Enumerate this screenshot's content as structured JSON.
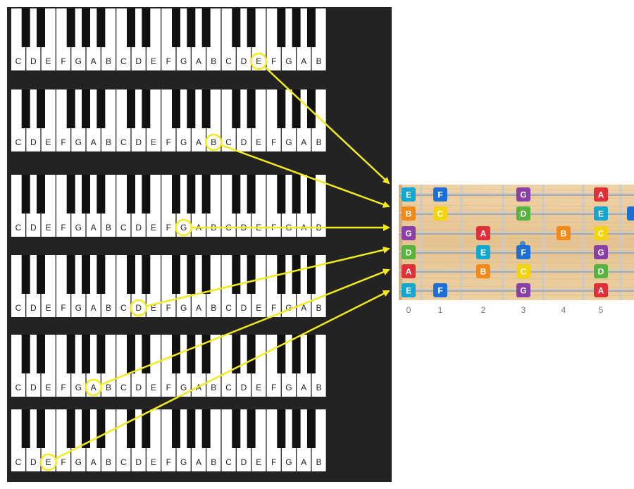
{
  "keyboard": {
    "white_keys": [
      "C",
      "D",
      "E",
      "F",
      "G",
      "A",
      "B",
      "C",
      "D",
      "E",
      "F",
      "G",
      "A",
      "B",
      "C",
      "D",
      "E",
      "F",
      "G",
      "A",
      "B"
    ],
    "black_offsets_in_octave": [
      0,
      1,
      3,
      4,
      5
    ]
  },
  "highlights": [
    {
      "row": 0,
      "key_index": 16,
      "note": "E",
      "string": "E"
    },
    {
      "row": 1,
      "key_index": 13,
      "note": "B",
      "string": "B"
    },
    {
      "row": 2,
      "key_index": 11,
      "note": "G",
      "string": "G"
    },
    {
      "row": 3,
      "key_index": 8,
      "note": "D",
      "string": "D"
    },
    {
      "row": 4,
      "key_index": 5,
      "note": "A",
      "string": "A"
    },
    {
      "row": 5,
      "key_index": 2,
      "note": "E",
      "string": "E"
    }
  ],
  "fretboard": {
    "strings": [
      "E",
      "B",
      "G",
      "D",
      "A",
      "E"
    ],
    "fret_numbers": [
      "0",
      "1",
      "2",
      "3",
      "4",
      "5"
    ],
    "markers": [
      {
        "string": 0,
        "fret": 0,
        "note": "E",
        "color": "#12a7d2"
      },
      {
        "string": 0,
        "fret": 1,
        "note": "F",
        "color": "#1d6fd6"
      },
      {
        "string": 0,
        "fret": 3,
        "note": "G",
        "color": "#8a3fa8"
      },
      {
        "string": 0,
        "fret": 5,
        "note": "A",
        "color": "#e0303a"
      },
      {
        "string": 1,
        "fret": 0,
        "note": "B",
        "color": "#f28a18"
      },
      {
        "string": 1,
        "fret": 1,
        "note": "C",
        "color": "#f3d40e"
      },
      {
        "string": 1,
        "fret": 3,
        "note": "D",
        "color": "#55b33e"
      },
      {
        "string": 1,
        "fret": 5,
        "note": "E",
        "color": "#12a7d2"
      },
      {
        "string": 1,
        "fret": 6,
        "note": "",
        "color": "#1d6fd6"
      },
      {
        "string": 2,
        "fret": 0,
        "note": "G",
        "color": "#8a3fa8"
      },
      {
        "string": 2,
        "fret": 2,
        "note": "A",
        "color": "#e0303a"
      },
      {
        "string": 2,
        "fret": 4,
        "note": "B",
        "color": "#f28a18"
      },
      {
        "string": 2,
        "fret": 5,
        "note": "C",
        "color": "#f3d40e"
      },
      {
        "string": 3,
        "fret": 0,
        "note": "D",
        "color": "#55b33e"
      },
      {
        "string": 3,
        "fret": 2,
        "note": "E",
        "color": "#12a7d2"
      },
      {
        "string": 3,
        "fret": 3,
        "note": "F",
        "color": "#1d6fd6"
      },
      {
        "string": 3,
        "fret": 5,
        "note": "G",
        "color": "#8a3fa8"
      },
      {
        "string": 4,
        "fret": 0,
        "note": "A",
        "color": "#e0303a"
      },
      {
        "string": 4,
        "fret": 2,
        "note": "B",
        "color": "#f28a18"
      },
      {
        "string": 4,
        "fret": 3,
        "note": "C",
        "color": "#f3d40e"
      },
      {
        "string": 4,
        "fret": 5,
        "note": "D",
        "color": "#55b33e"
      },
      {
        "string": 5,
        "fret": 0,
        "note": "E",
        "color": "#12a7d2"
      },
      {
        "string": 5,
        "fret": 1,
        "note": "F",
        "color": "#1d6fd6"
      },
      {
        "string": 5,
        "fret": 3,
        "note": "G",
        "color": "#8a3fa8"
      },
      {
        "string": 5,
        "fret": 5,
        "note": "A",
        "color": "#e0303a"
      }
    ]
  },
  "colors": {
    "panel": "#232323",
    "highlight": "#f2ea1c",
    "wood": "#e8c99a"
  }
}
